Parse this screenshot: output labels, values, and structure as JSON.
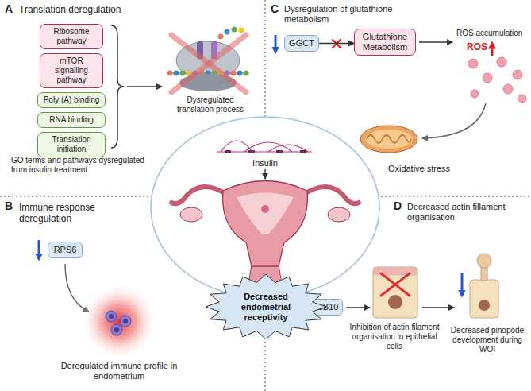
{
  "diagram": {
    "nodes": [
      {
        "text": [
          "Ribosome pathway"
        ]
      },
      {
        "text": [
          "mTOR signalling pathway"
        ]
      },
      {
        "text": [
          "Poly (A) binding"
        ]
      },
      {
        "text": [
          "RNA binding"
        ]
      },
      {
        "text": [
          "Translation initiation"
        ]
      },
      {
        "text": [
          "RPS6"
        ]
      },
      {
        "text": [
          "GGCT"
        ]
      },
      {
        "text": [
          "Glutathione Metabolism"
        ]
      },
      {
        "text": [
          "TMSB10"
        ]
      },
      {
        "text": [
          "Insulin"
        ]
      },
      {
        "text": [
          "Decreased endometrial receptivity"
        ]
      }
    ],
    "edges": [
      {
        "from": 6,
        "to": 7,
        "arrow": "to"
      }
    ],
    "labels": [
      "A",
      "Translation deregulation",
      "Dysregulated translation process",
      "GO terms and pathways dysregulated from insulin treatment",
      "B",
      "Immune response deregulation",
      "Deregulated immune profile in endometrium",
      "C",
      "Dysregulation of glutathione metabolism",
      "ROS accumulation",
      "ROS",
      "Oxidative stress",
      "D",
      "Decreased actin fillament organisation",
      "Inhibition of actin filament organisation in epithelial cells",
      "Decreased pinopode development during WOI"
    ]
  }
}
